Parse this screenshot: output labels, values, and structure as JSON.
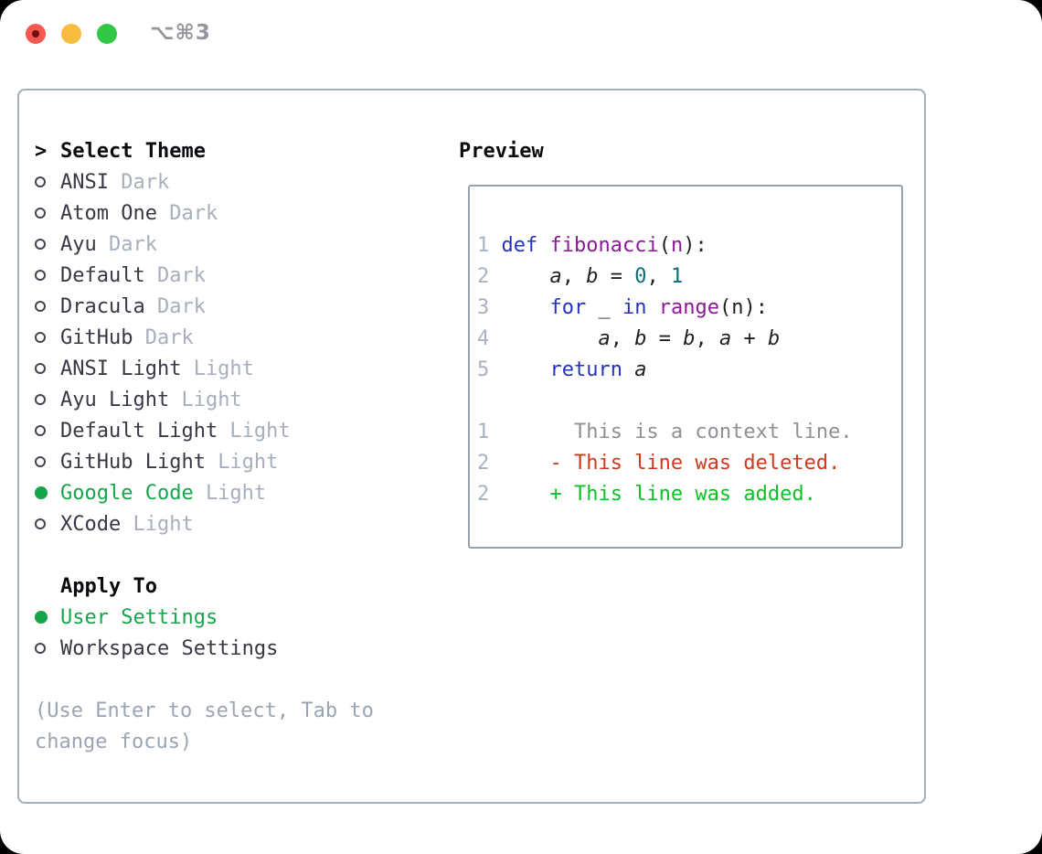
{
  "window": {
    "title": "⌥⌘3"
  },
  "colors": {
    "selected_green": "#16a54b",
    "added_green": "#0bc226",
    "deleted_red": "#cd3a1d",
    "keyword_blue": "#2633bb",
    "function_purple": "#8b1a97",
    "literal_teal": "#0b6e74",
    "muted_gray": "#a7afbc",
    "line_number_gray": "#a8b2c2",
    "help_gray": "#9aa4b2"
  },
  "sidebar": {
    "header": {
      "prompt": ">",
      "label": "Select Theme"
    },
    "themes": [
      {
        "name": "ANSI",
        "variant": "Dark",
        "selected": false
      },
      {
        "name": "Atom One",
        "variant": "Dark",
        "selected": false
      },
      {
        "name": "Ayu",
        "variant": "Dark",
        "selected": false
      },
      {
        "name": "Default",
        "variant": "Dark",
        "selected": false
      },
      {
        "name": "Dracula",
        "variant": "Dark",
        "selected": false
      },
      {
        "name": "GitHub",
        "variant": "Dark",
        "selected": false
      },
      {
        "name": "ANSI Light",
        "variant": "Light",
        "selected": false
      },
      {
        "name": "Ayu Light",
        "variant": "Light",
        "selected": false
      },
      {
        "name": "Default Light",
        "variant": "Light",
        "selected": false
      },
      {
        "name": "GitHub Light",
        "variant": "Light",
        "selected": false
      },
      {
        "name": "Google Code",
        "variant": "Light",
        "selected": true
      },
      {
        "name": "XCode",
        "variant": "Light",
        "selected": false
      }
    ],
    "apply_to": {
      "header": "Apply To",
      "options": [
        {
          "label": "User Settings",
          "selected": true
        },
        {
          "label": "Workspace Settings",
          "selected": false
        }
      ]
    },
    "help_lines": [
      "(Use Enter to select, Tab to",
      "change focus)"
    ]
  },
  "preview": {
    "title": "Preview",
    "lines": [
      {
        "kind": "code",
        "num": "1",
        "tokens": [
          [
            "kw",
            "def"
          ],
          [
            "pln",
            " "
          ],
          [
            "fn",
            "fibonacci"
          ],
          [
            "pln",
            "("
          ],
          [
            "fn",
            "n"
          ],
          [
            "pln",
            "):"
          ]
        ]
      },
      {
        "kind": "code",
        "num": "2",
        "tokens": [
          [
            "pln",
            "    "
          ],
          [
            "var",
            "a"
          ],
          [
            "pln",
            ", "
          ],
          [
            "var",
            "b"
          ],
          [
            "pln",
            " = "
          ],
          [
            "lit",
            "0"
          ],
          [
            "pln",
            ", "
          ],
          [
            "lit",
            "1"
          ]
        ]
      },
      {
        "kind": "code",
        "num": "3",
        "tokens": [
          [
            "pln",
            "    "
          ],
          [
            "kw",
            "for"
          ],
          [
            "pln",
            " _ "
          ],
          [
            "kw",
            "in"
          ],
          [
            "pln",
            " "
          ],
          [
            "fn",
            "range"
          ],
          [
            "pln",
            "(n):"
          ]
        ]
      },
      {
        "kind": "code",
        "num": "4",
        "tokens": [
          [
            "pln",
            "        "
          ],
          [
            "var",
            "a"
          ],
          [
            "pln",
            ", "
          ],
          [
            "var",
            "b"
          ],
          [
            "pln",
            " = "
          ],
          [
            "var",
            "b"
          ],
          [
            "pln",
            ", "
          ],
          [
            "var",
            "a"
          ],
          [
            "pln",
            " + "
          ],
          [
            "var",
            "b"
          ]
        ]
      },
      {
        "kind": "code",
        "num": "5",
        "tokens": [
          [
            "pln",
            "    "
          ],
          [
            "kw",
            "return"
          ],
          [
            "pln",
            " "
          ],
          [
            "var",
            "a"
          ]
        ]
      },
      {
        "kind": "blank",
        "num": "",
        "tokens": []
      },
      {
        "kind": "context",
        "num": "1",
        "tokens": [
          [
            "ctx",
            "      This is a context line."
          ]
        ]
      },
      {
        "kind": "deleted",
        "num": "2",
        "tokens": [
          [
            "del",
            "    - This line was deleted."
          ]
        ]
      },
      {
        "kind": "added",
        "num": "2",
        "tokens": [
          [
            "add",
            "    + This line was added."
          ]
        ]
      }
    ]
  }
}
